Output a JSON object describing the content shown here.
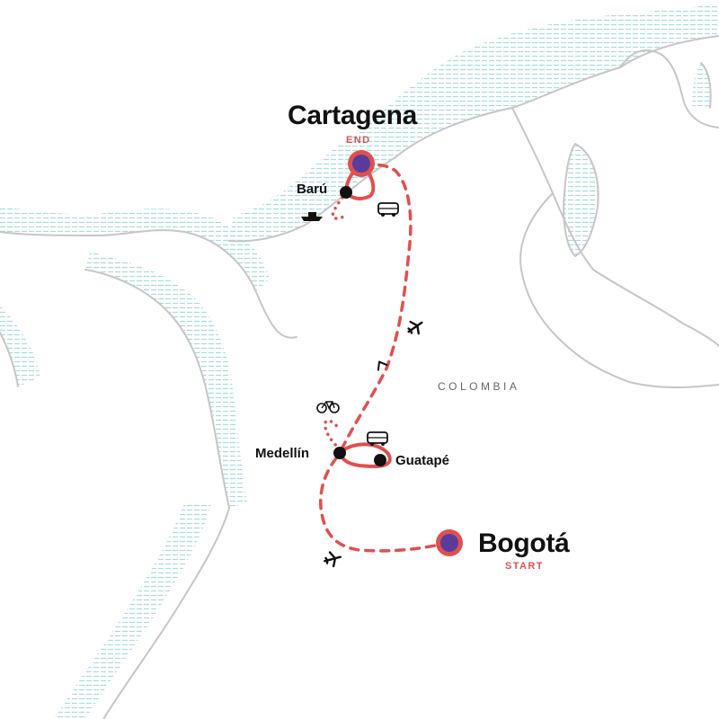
{
  "map": {
    "country_label": "COLOMBIA",
    "colors": {
      "route": "#e0504f",
      "stop_fill": "#5b3a9e",
      "stop_ring": "#e0504f",
      "minor_stop": "#111111",
      "coastline": "#c6c6c6",
      "water_hatch": "#9ed6e0",
      "text": "#111111",
      "country_text": "#666666"
    },
    "cities": {
      "cartagena": {
        "name": "Cartagena",
        "tag": "END"
      },
      "baru": {
        "name": "Barú"
      },
      "medellin": {
        "name": "Medellín"
      },
      "guatape": {
        "name": "Guatapé"
      },
      "bogota": {
        "name": "Bogotá",
        "tag": "START"
      }
    },
    "route_legs": [
      {
        "from": "Bogotá",
        "to": "Medellín",
        "mode": "plane"
      },
      {
        "from": "Medellín",
        "to": "Guatapé",
        "mode": "bus"
      },
      {
        "from": "Medellín",
        "to": "Cartagena",
        "mode": "plane"
      },
      {
        "from": "Cartagena",
        "to": "Barú",
        "mode": "boat"
      }
    ],
    "transport_icons": [
      "plane-icon",
      "plane-icon",
      "bus-icon",
      "bus-icon",
      "bicycle-icon",
      "boat-icon"
    ]
  }
}
